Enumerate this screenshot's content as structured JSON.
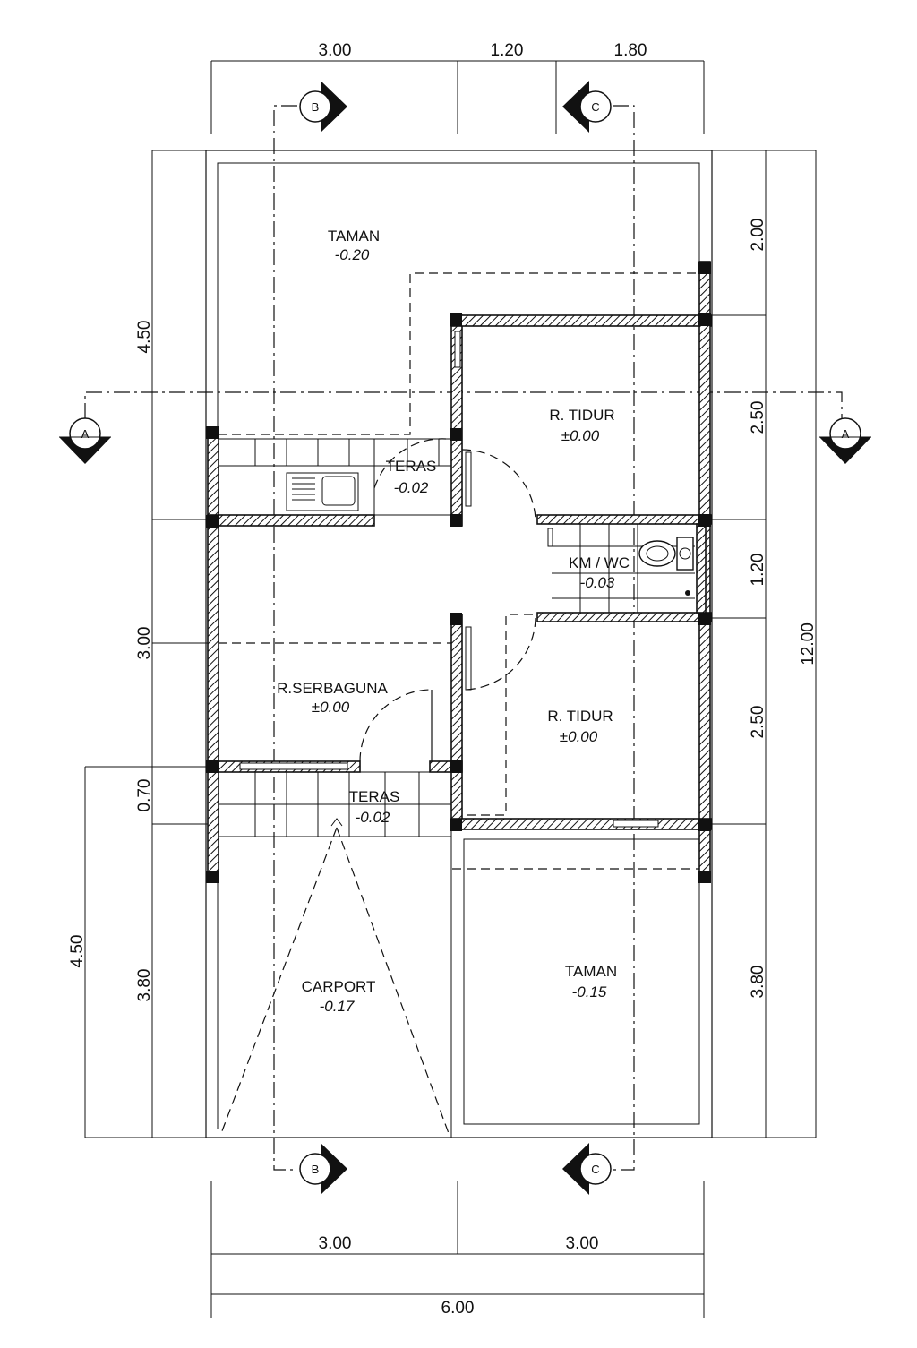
{
  "plan": {
    "dimensions": {
      "top": [
        "3.00",
        "1.20",
        "1.80"
      ],
      "bottom": [
        "3.00",
        "3.00"
      ],
      "bottom_total": "6.00",
      "right": [
        "2.00",
        "2.50",
        "1.20",
        "2.50",
        "3.80"
      ],
      "right_total": "12.00",
      "left": [
        "4.50",
        "3.00",
        "0.70",
        "3.80"
      ],
      "left_outer": "4.50"
    },
    "rooms": {
      "taman_top": {
        "name": "TAMAN",
        "level": "-0.20"
      },
      "tidur_1": {
        "name": "R. TIDUR",
        "level": "±0.00"
      },
      "teras_1": {
        "name": "TERAS",
        "level": "-0.02"
      },
      "kmwc": {
        "name": "KM / WC",
        "level": "-0.03"
      },
      "serbaguna": {
        "name": "R.SERBAGUNA",
        "level": "±0.00"
      },
      "tidur_2": {
        "name": "R. TIDUR",
        "level": "±0.00"
      },
      "teras_2": {
        "name": "TERAS",
        "level": "-0.02"
      },
      "carport": {
        "name": "CARPORT",
        "level": "-0.17"
      },
      "taman_bottom": {
        "name": "TAMAN",
        "level": "-0.15"
      }
    },
    "sections": {
      "a": "A",
      "b": "B",
      "c": "C"
    }
  }
}
